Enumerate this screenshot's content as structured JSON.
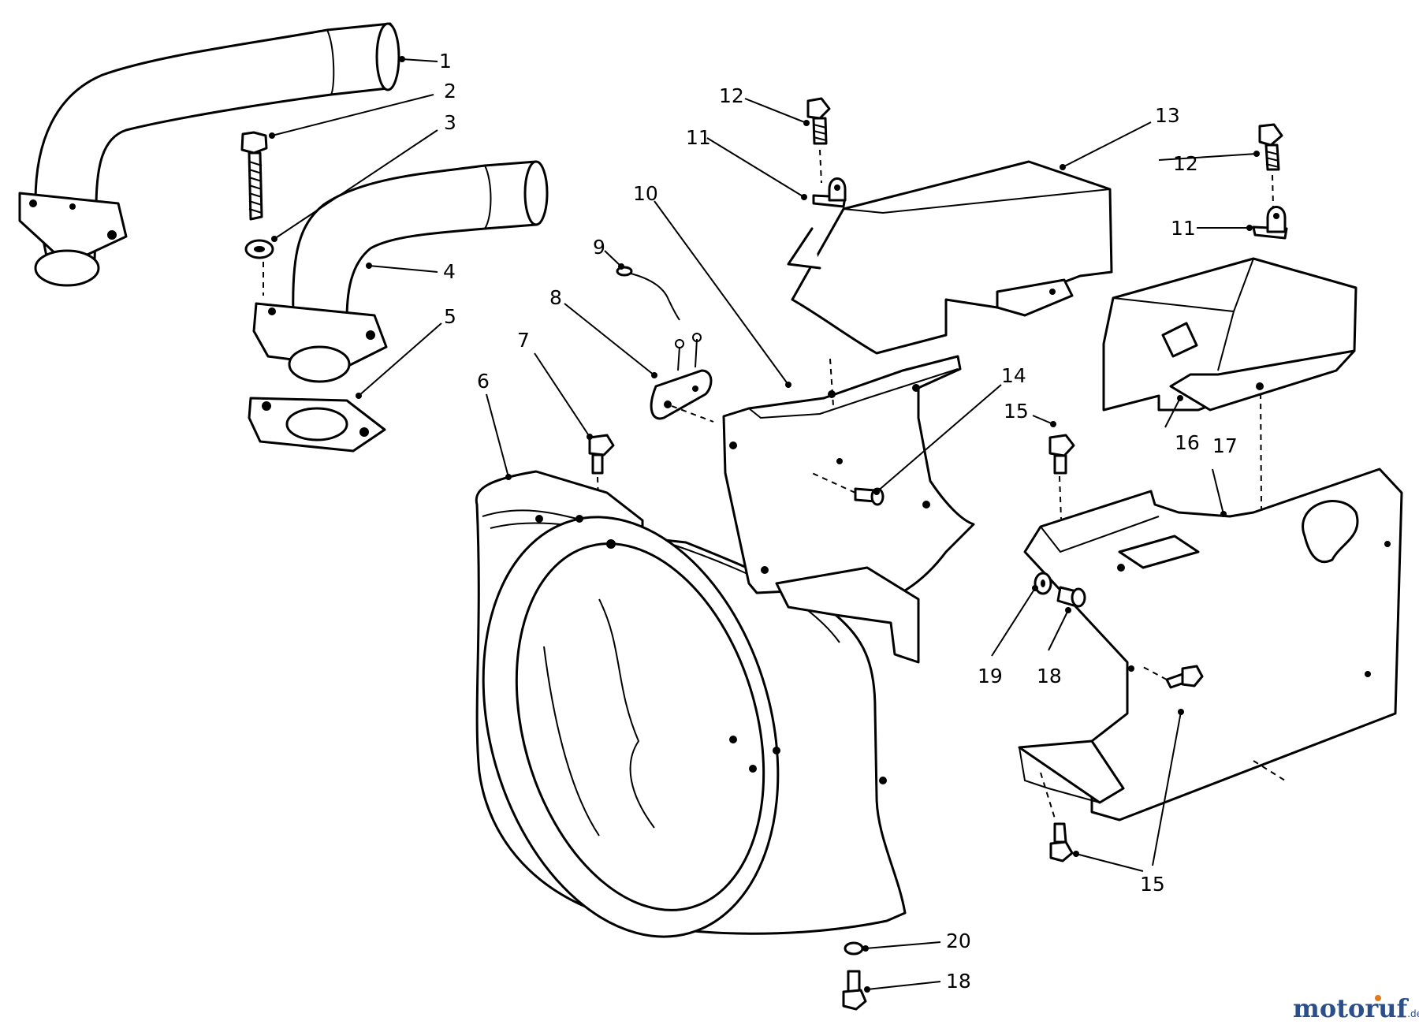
{
  "diagram": {
    "callouts": [
      "1",
      "2",
      "3",
      "4",
      "5",
      "6",
      "7",
      "8",
      "9",
      "10",
      "11",
      "12",
      "13",
      "14",
      "15",
      "16",
      "17",
      "18",
      "19",
      "20"
    ],
    "callout_15": "15",
    "callout_12": "12",
    "callout_11": "11",
    "callout_18": "18"
  },
  "watermark": {
    "brand": "motoruf",
    "suffix": ".de",
    "colors": {
      "primary": "#2b4f8a",
      "accent": "#e07a1f"
    }
  }
}
